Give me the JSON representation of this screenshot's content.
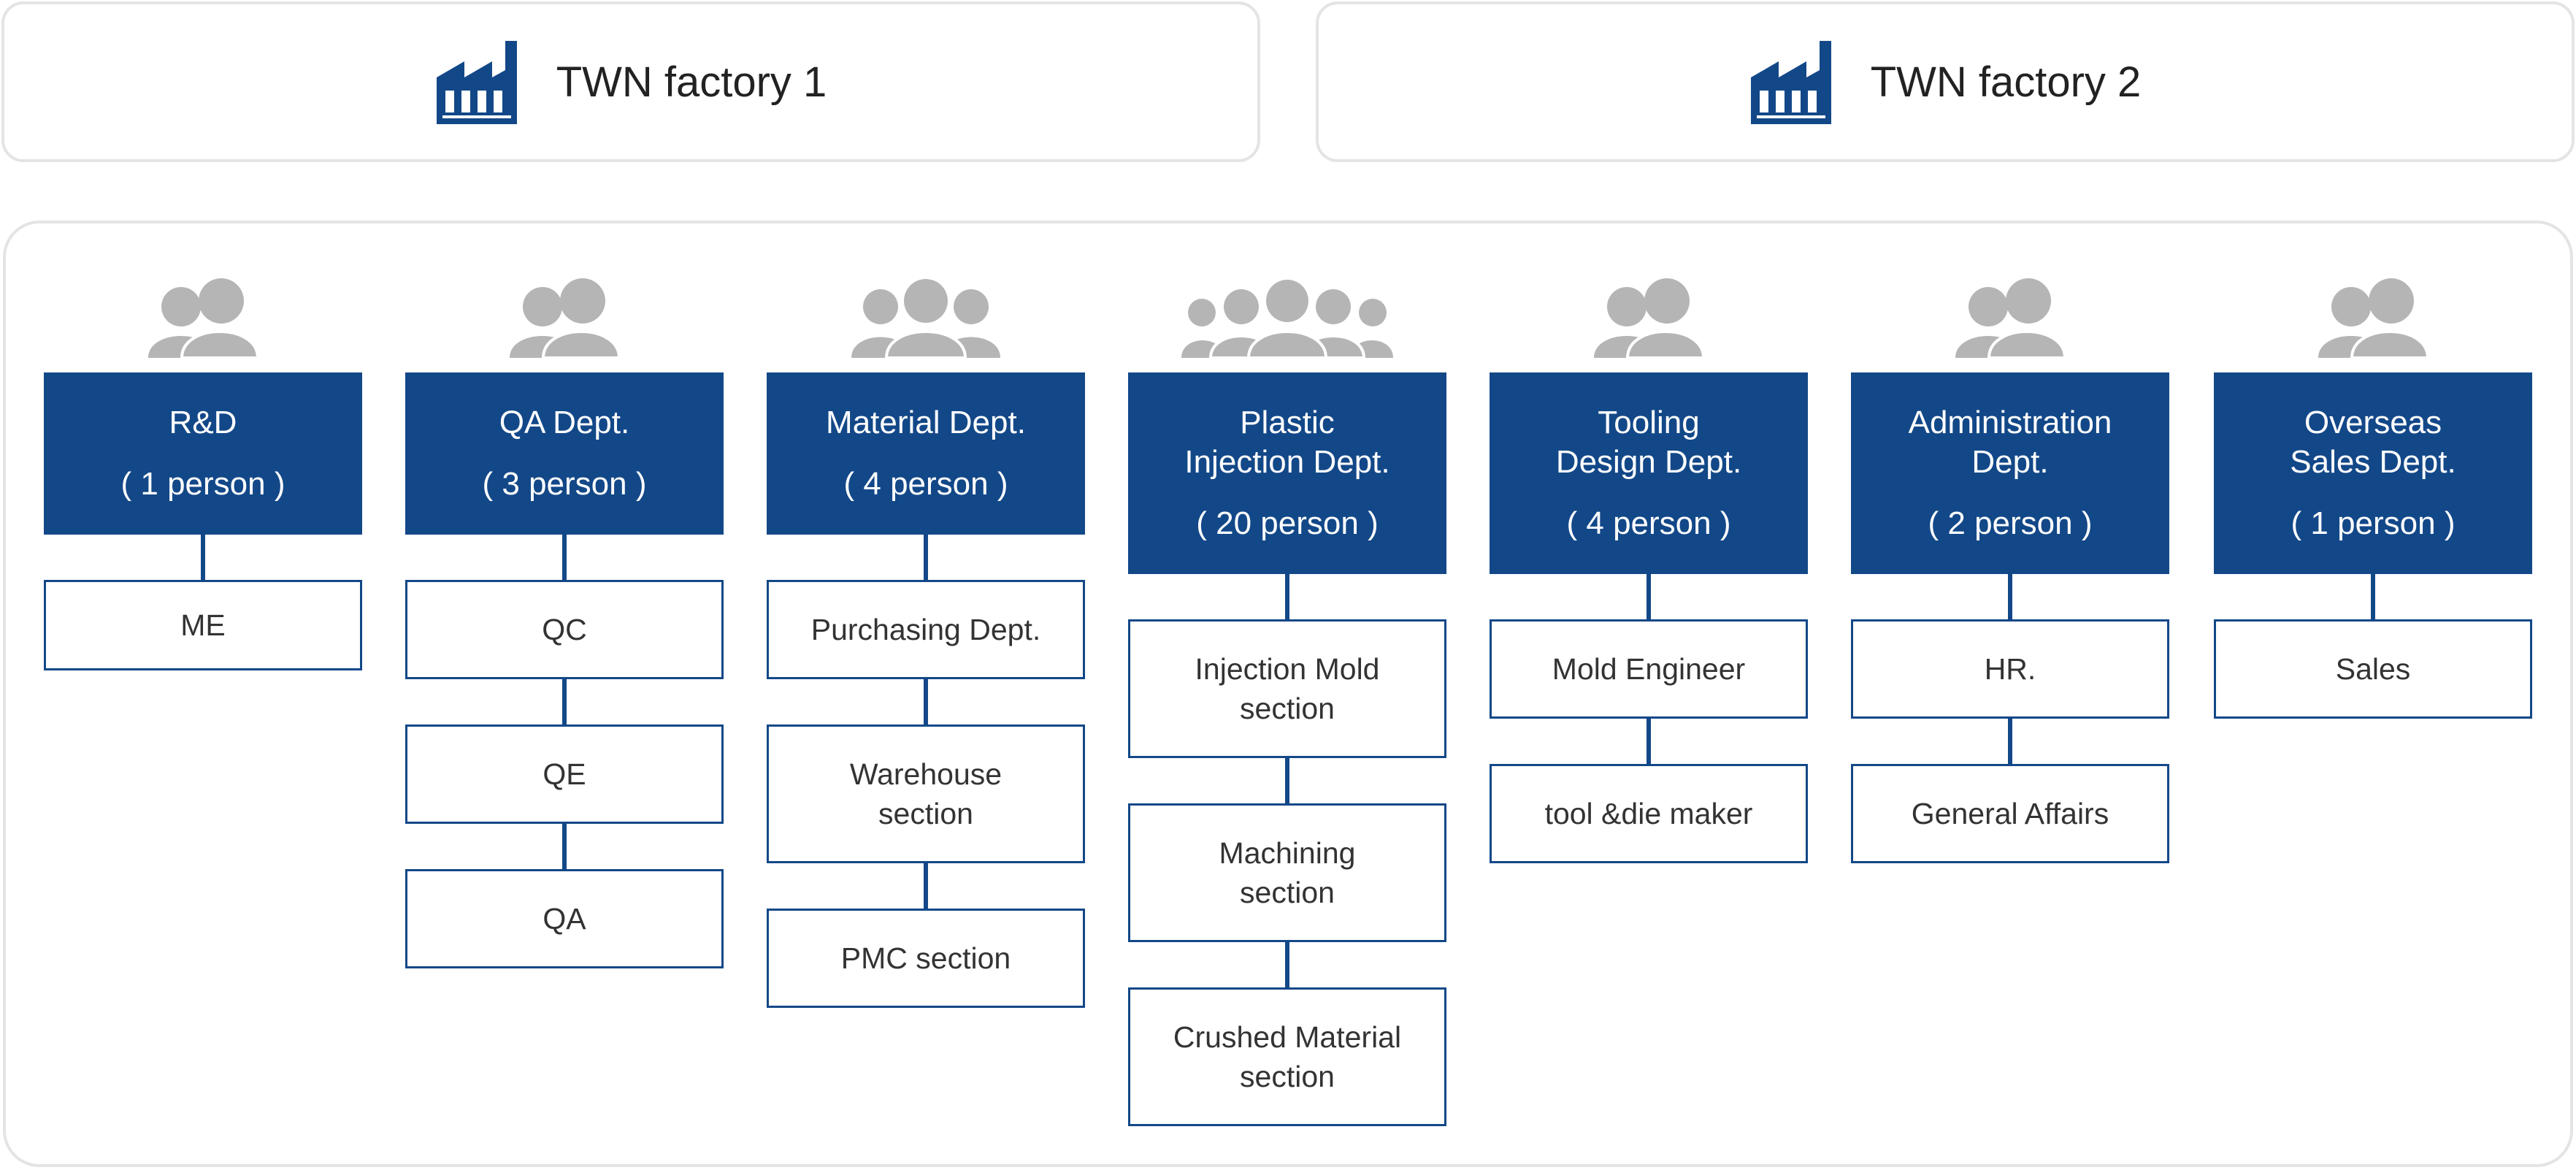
{
  "factories": [
    {
      "name": "TWN factory 1",
      "icon": "factory-icon"
    },
    {
      "name": "TWN factory 2",
      "icon": "factory-icon"
    }
  ],
  "colors": {
    "dept_fill": "#134888",
    "people_icon": "#b5b5b5",
    "panel_border": "#e4e4e4"
  },
  "departments": [
    {
      "name": "R&D",
      "count": "( 1 person )",
      "sections": [
        "ME"
      ]
    },
    {
      "name": "QA Dept.",
      "count": "( 3 person )",
      "sections": [
        "QC",
        "QE",
        "QA"
      ]
    },
    {
      "name": "Material Dept.",
      "count": "( 4 person )",
      "sections": [
        "Purchasing Dept.",
        "Warehouse\nsection",
        "PMC section"
      ]
    },
    {
      "name": "Plastic\nInjection Dept.",
      "count": "( 20 person )",
      "sections": [
        "Injection Mold\nsection",
        "Machining\nsection",
        "Crushed Material\nsection"
      ]
    },
    {
      "name": "Tooling\nDesign Dept.",
      "count": "( 4 person )",
      "sections": [
        "Mold Engineer",
        "tool &die maker"
      ]
    },
    {
      "name": "Administration\nDept.",
      "count": "( 2 person )",
      "sections": [
        "HR.",
        "General Affairs"
      ]
    },
    {
      "name": "Overseas\nSales Dept.",
      "count": "( 1 person )",
      "sections": [
        "Sales"
      ]
    }
  ]
}
